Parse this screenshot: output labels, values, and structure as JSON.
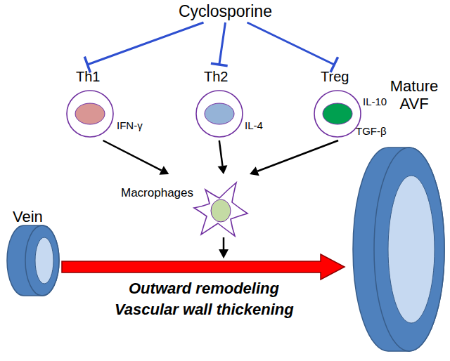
{
  "diagram": {
    "nodes": [
      {
        "text": [
          "Cyclosporine"
        ]
      },
      {
        "text": [
          "Th1",
          "IFN-γ"
        ]
      },
      {
        "text": [
          "Th2",
          "IL-4"
        ]
      },
      {
        "text": [
          "Treg",
          "IL-10",
          "TGF-β"
        ]
      },
      {
        "text": [
          "Macrophages"
        ]
      },
      {
        "text": [
          "Vein"
        ]
      },
      {
        "text": [
          "Mature AVF"
        ]
      }
    ],
    "edges": [
      {
        "from": 0,
        "to": 1,
        "arrow": "to"
      },
      {
        "from": 0,
        "to": 2,
        "arrow": "to"
      },
      {
        "from": 0,
        "to": 3,
        "arrow": "to"
      },
      {
        "from": 1,
        "to": 4,
        "arrow": "to"
      },
      {
        "from": 2,
        "to": 4,
        "arrow": "to"
      },
      {
        "from": 3,
        "to": 4,
        "arrow": "to"
      },
      {
        "from": 5,
        "to": 6,
        "arrow": "to"
      }
    ],
    "labels": [
      "Outward remodeling",
      "Vascular wall thickening"
    ]
  }
}
